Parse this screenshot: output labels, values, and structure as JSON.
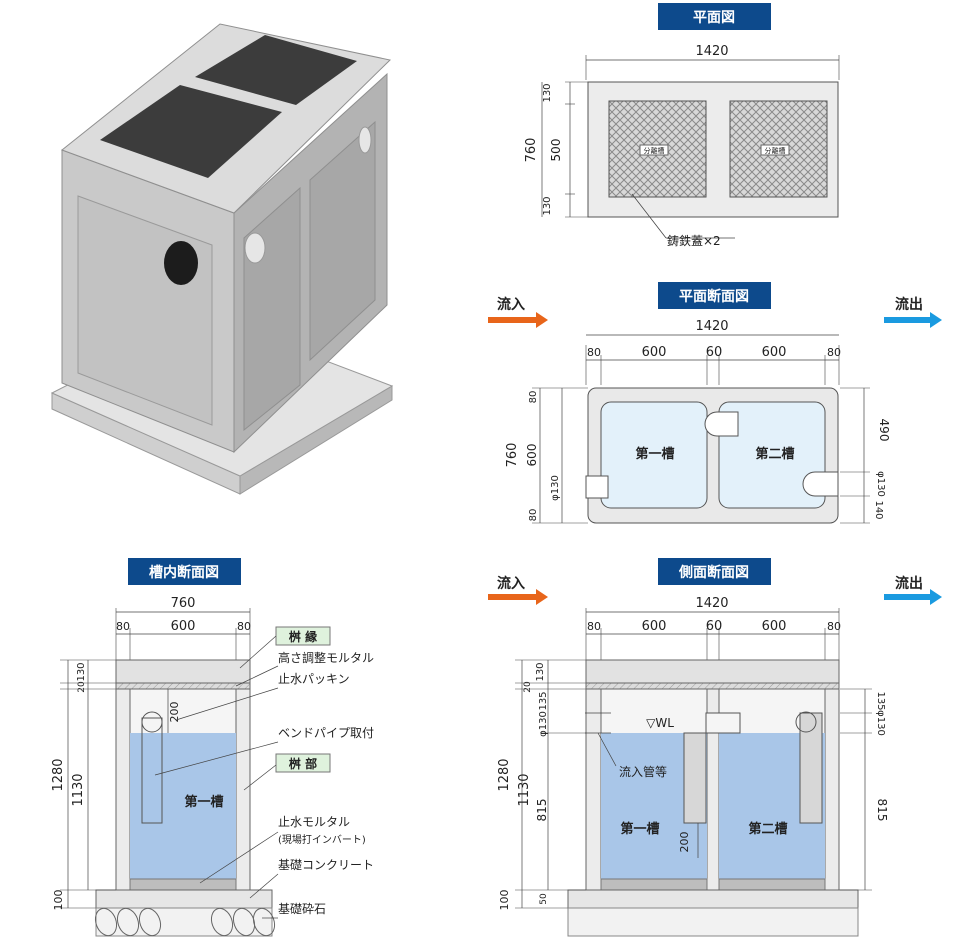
{
  "headers": {
    "plan": "平面図",
    "plan_section": "平面断面図",
    "inner_section": "槽内断面図",
    "side_section": "側面断面図"
  },
  "flow": {
    "inflow": "流入",
    "outflow": "流出"
  },
  "plan": {
    "width": "1420",
    "height": "760",
    "dims_left": [
      "130",
      "500",
      "130"
    ],
    "cover_badge": "分離槽",
    "cover_callout": "鋳鉄蓋×2"
  },
  "plan_section": {
    "width": "1420",
    "segments": [
      "80",
      "600",
      "60",
      "600",
      "80"
    ],
    "left_dims": [
      "80",
      "600",
      "80"
    ],
    "left_total": "760",
    "inlet_dim": "φ130",
    "right_dims": [
      "490",
      "φ130",
      "140"
    ],
    "tank1": "第一槽",
    "tank2": "第二槽"
  },
  "inner_section": {
    "width": "760",
    "segments": [
      "80",
      "600",
      "80"
    ],
    "left_dims": [
      "130",
      "20",
      "1280",
      "1130",
      "100"
    ],
    "pipe_depth": "200",
    "tank1": "第一槽",
    "labels": {
      "masu_rim": "桝 縁",
      "mortar": "高さ調整モルタル",
      "packing": "止水パッキン",
      "bend_pipe": "ベンドパイプ取付",
      "masu_body": "桝 部",
      "waterproof": "止水モルタル",
      "invert": "(現場打インバート)",
      "concrete": "基礎コンクリート",
      "gravel": "基礎砕石"
    }
  },
  "side_section": {
    "width": "1420",
    "segments": [
      "80",
      "600",
      "60",
      "600",
      "80"
    ],
    "left_dims": [
      "130",
      "20",
      "135",
      "φ130",
      "1280",
      "1130",
      "815",
      "100",
      "50"
    ],
    "right_dims": [
      "135",
      "φ130",
      "815"
    ],
    "baffle_dim": "200",
    "wl": "▽WL",
    "inflow_pipe": "流入管等",
    "tank1": "第一槽",
    "tank2": "第二槽"
  },
  "colors": {
    "header_bg": "#0d4a8c",
    "inflow_arrow": "#e8651a",
    "outflow_arrow": "#1a9ae0",
    "water": "#a9c6e8",
    "water_plan": "#e3f1fa",
    "concrete": "#e9e9e9",
    "label_bg": "#dff2dd",
    "top_lids": "#3c3c3c"
  }
}
